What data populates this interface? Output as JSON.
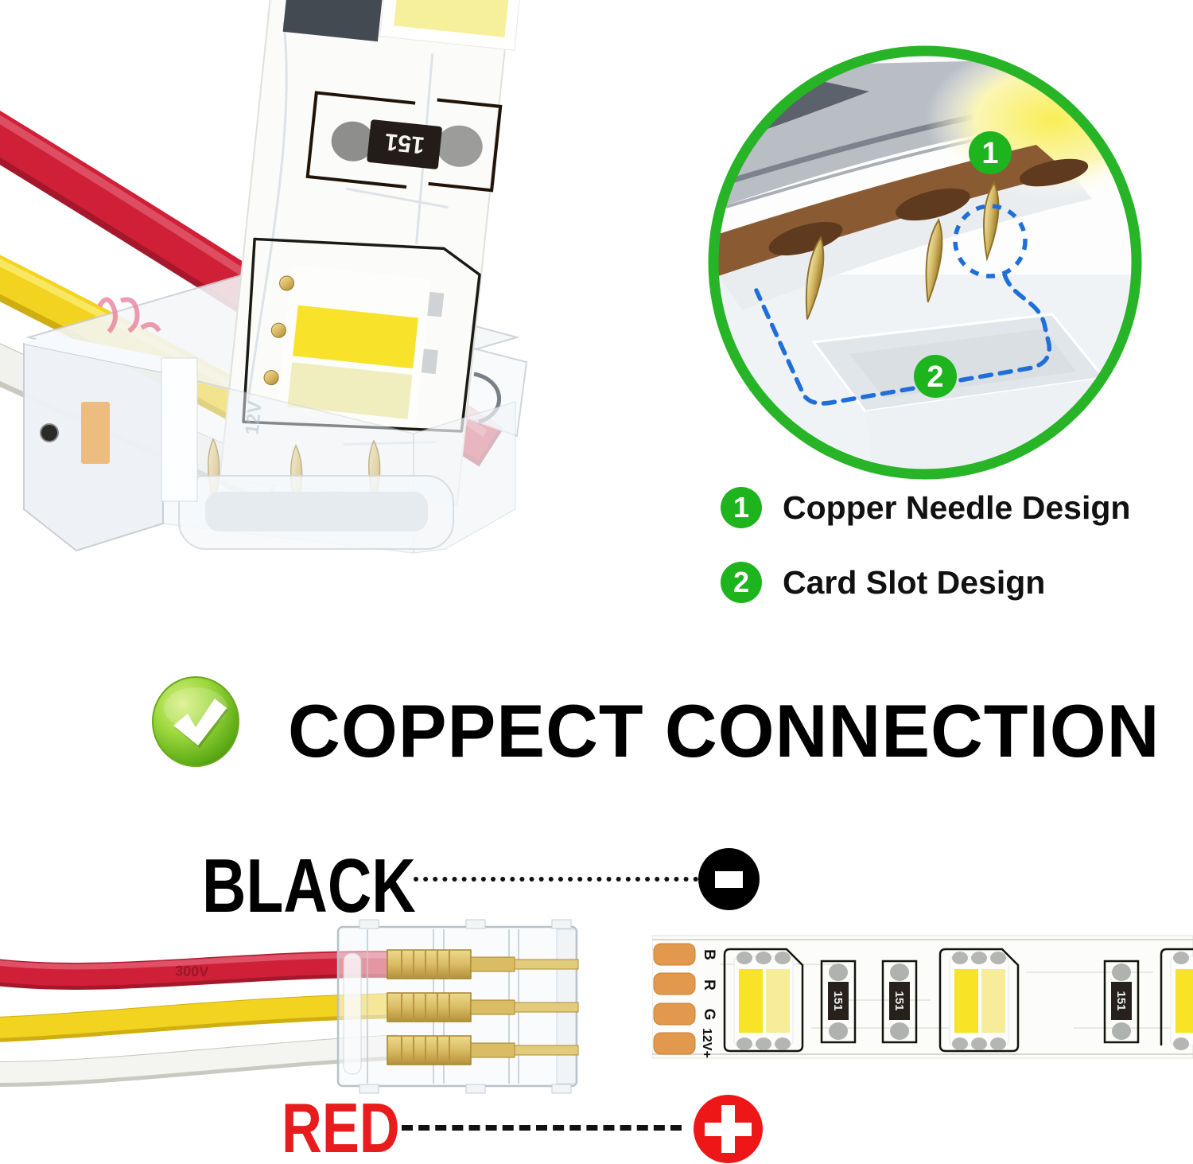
{
  "inset": {
    "badges": [
      {
        "num": "1"
      },
      {
        "num": "2"
      }
    ]
  },
  "legend": {
    "items": [
      {
        "num": "1",
        "label": "Copper Needle Design"
      },
      {
        "num": "2",
        "label": "Card Slot Design"
      }
    ]
  },
  "heading": {
    "label": "COPPECT CONNECTION",
    "icon": "green-check"
  },
  "wiring_labels": {
    "negative": {
      "label": "BLACK",
      "symbol": "minus"
    },
    "positive": {
      "label": "RED",
      "symbol": "plus"
    }
  },
  "photo_texts": {
    "resistor_code": "151",
    "strip_pads": [
      "B",
      "R",
      "G",
      "12V+"
    ],
    "wire_print": "300V",
    "strip_print": "12V"
  },
  "colors": {
    "badge_green": "#1db41d",
    "ring_green": "#27b427",
    "dash_blue": "#1e6fd9",
    "label_red": "#e81c1c",
    "label_black": "#000000",
    "wire_red": "#cf2038",
    "wire_yellow": "#f2d31f",
    "copper_pad": "#e2994d",
    "pin_gold": "#d9bc64"
  }
}
